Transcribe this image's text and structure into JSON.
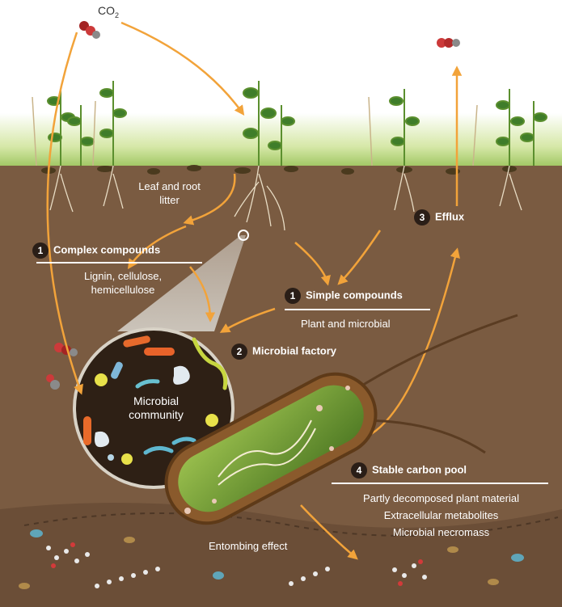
{
  "co2": {
    "label": "CO",
    "sub": "2"
  },
  "litter": {
    "line1": "Leaf and root",
    "line2": "litter"
  },
  "complex": {
    "num": "1",
    "title": "Complex compounds",
    "line1": "Lignin, cellulose,",
    "line2": "hemicellulose"
  },
  "simple": {
    "num": "1",
    "title": "Simple compounds",
    "sub": "Plant and microbial"
  },
  "factory": {
    "num": "2",
    "title": "Microbial factory"
  },
  "community": {
    "line1": "Microbial",
    "line2": "community"
  },
  "efflux": {
    "num": "3",
    "title": "Efflux"
  },
  "stable": {
    "num": "4",
    "title": "Stable carbon pool",
    "items": [
      "Partly decomposed plant material",
      "Extracellular metabolites",
      "Microbial necromass"
    ]
  },
  "entombing": "Entombing effect",
  "colors": {
    "soil": "#7a5b41",
    "soil_dark": "#5c4331",
    "grass": "#9fc85a",
    "arrow": "#f2a33a",
    "cell_membrane": "#8a5a2c",
    "cytoplasm": "#5f8a2c"
  }
}
